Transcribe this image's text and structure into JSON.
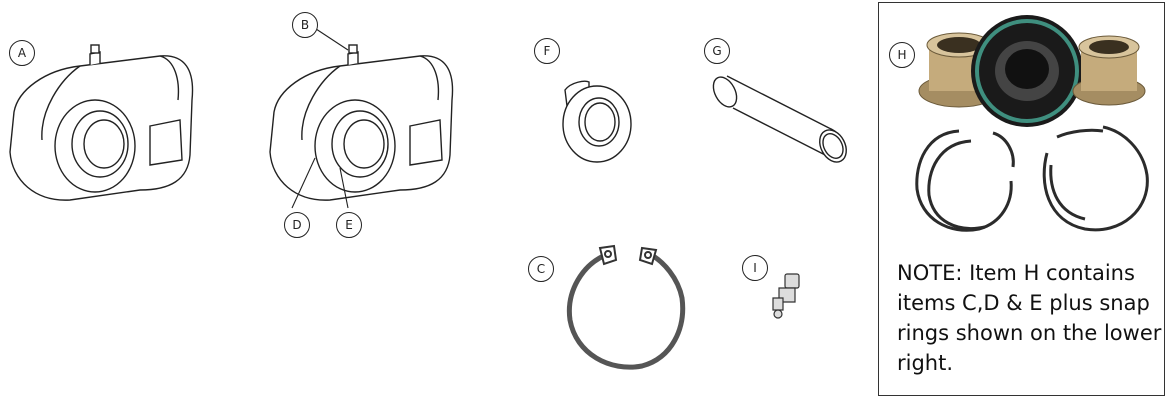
{
  "callouts": {
    "a": "A",
    "b": "B",
    "c": "C",
    "d": "D",
    "e": "E",
    "f": "F",
    "g": "G",
    "h": "H",
    "i": "I"
  },
  "note": "NOTE: Item H contains items C,D & E plus snap rings shown on the lower right."
}
